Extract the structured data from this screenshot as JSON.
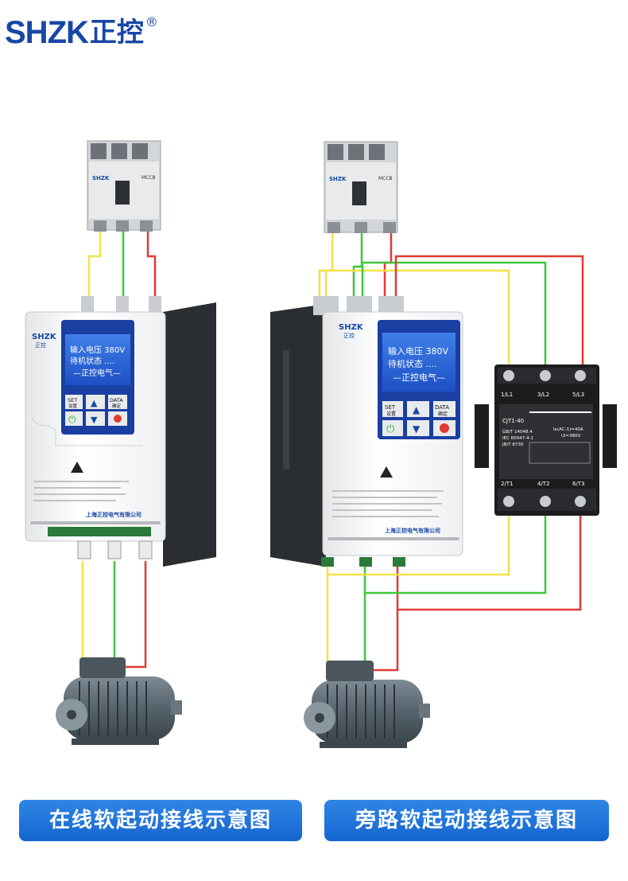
{
  "brand": {
    "latin": "SHZK",
    "chinese": "正控",
    "reg": "®"
  },
  "left_unit": {
    "breaker_brand": "SHZK",
    "breaker_model": "MCCB",
    "panel_logo": "SHZK",
    "panel_logo_sub": "正控",
    "lcd_lines": [
      "输入电压 380V",
      "待机状态 ....",
      "—正控电气—"
    ],
    "keys": {
      "set": "SET",
      "set_sub": "设置",
      "data": "DATA",
      "data_sub": "确定"
    },
    "company": "上海正控电气有限公司"
  },
  "right_unit": {
    "breaker_brand": "SHZK",
    "breaker_model": "MCCB",
    "panel_logo": "SHZK",
    "panel_logo_sub": "正控",
    "lcd_lines": [
      "输入电压 380V",
      "待机状态 ....",
      "—正控电气—"
    ],
    "keys": {
      "set": "SET",
      "set_sub": "设置",
      "data": "DATA",
      "data_sub": "确定"
    },
    "company": "上海正控电气有限公司"
  },
  "contactor": {
    "top_terminals": [
      "1/L1",
      "3/L2",
      "5/L3"
    ],
    "bottom_terminals": [
      "2/T1",
      "4/T2",
      "6/T3"
    ],
    "model": "CJT1-40",
    "std1": "GB/T 14048.4",
    "std2": "IEC 60947-4-1",
    "std3": "JB/T 8730",
    "rating1": "Ie(AC-1)=40A",
    "rating2": "Ui=380V"
  },
  "colors": {
    "phase_a": "#f2e14a",
    "phase_b": "#3fc63a",
    "phase_c": "#e03a32",
    "caption_bg": "#1d6fd8"
  },
  "captions": {
    "left": "在线软起动接线示意图",
    "right": "旁路软起动接线示意图"
  }
}
